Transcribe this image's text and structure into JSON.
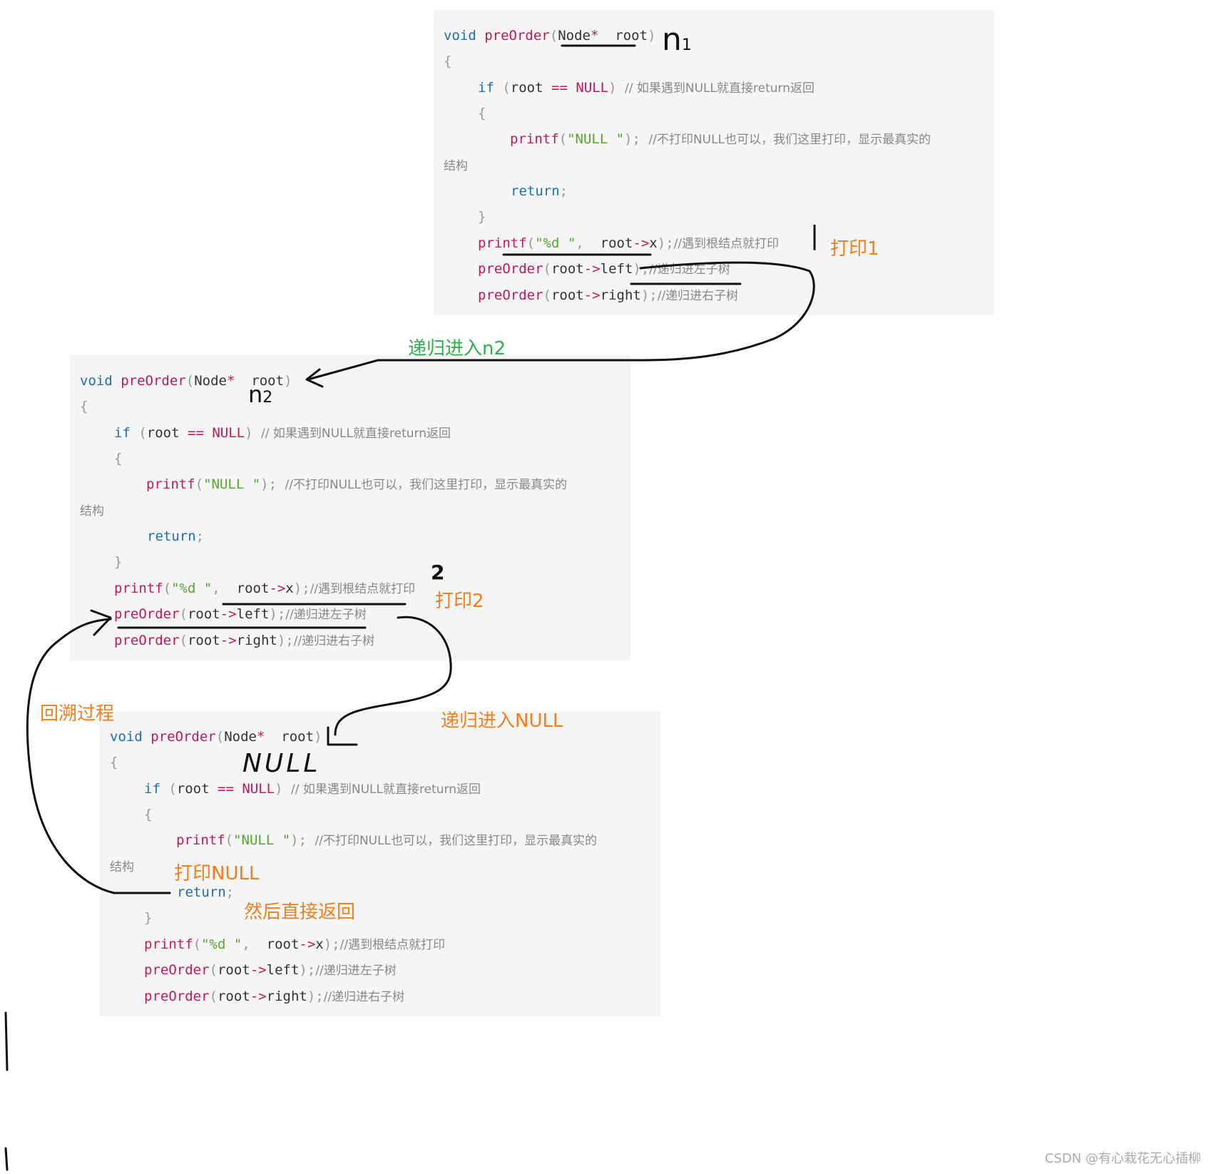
{
  "code": {
    "void": "void",
    "fn_name": "preOrder",
    "param_type": "Node",
    "star": "*",
    "param": "root",
    "open_brace": "{",
    "close_brace": "}",
    "if_kw": "if",
    "eq": "==",
    "null": "NULL",
    "comment_null": "// 如果遇到NULL就直接return返回",
    "printf": "printf",
    "null_str": "\"NULL \"",
    "comment_print_null": "//不打印NULL也可以，我们这里打印，显示最真实的",
    "comment_struct": "结构",
    "return_kw": "return",
    "fmt_str": "\"%d \"",
    "arrow": "->",
    "x": "x",
    "comment_root": "//遇到根结点就打印",
    "left": "left",
    "comment_left": "//递归进左子树",
    "right": "right",
    "comment_right": "//递归进右子树"
  },
  "annotations": {
    "n1": "n",
    "n1_sub": "1",
    "n2": "n",
    "n2_sub": "2",
    "mark_1": "|",
    "mark_2": "2",
    "null_hand": "NULL",
    "print1": "打印1",
    "print2": "打印2",
    "recurse_n2": "递归进入n2",
    "recurse_null": "递归进入NULL",
    "backtrack": "回溯过程",
    "print_null": "打印NULL",
    "then_return": "然后直接返回"
  },
  "colors": {
    "orange": "#f07f1f",
    "green": "#2db24a",
    "keyword": "#1e6fb0",
    "function": "#c2185b",
    "string": "#55a630"
  },
  "watermark": "CSDN @有心栽花无心插柳"
}
